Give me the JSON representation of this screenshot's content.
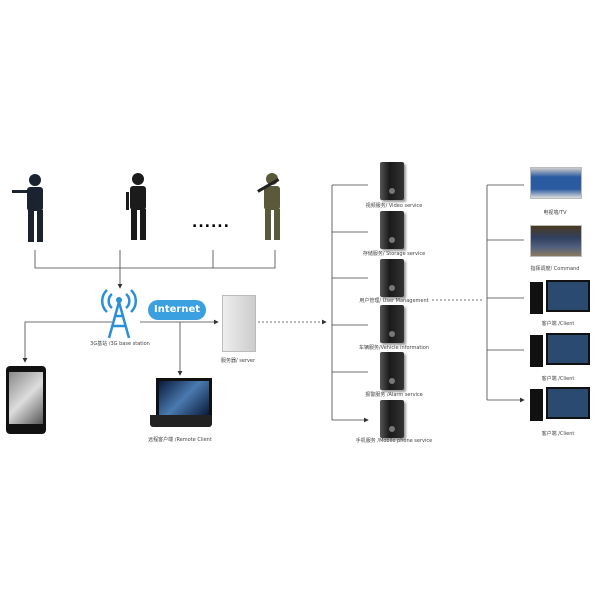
{
  "soldiers": [
    "soldier-1",
    "soldier-2",
    "soldier-3"
  ],
  "ellipsis": "......",
  "tower": {
    "label": "3G基站 /3G base station"
  },
  "cloud": {
    "label": "Internet"
  },
  "server": {
    "label": "服务器/ server"
  },
  "laptop": {
    "label": "远程客户端 /Remote Client"
  },
  "services": [
    {
      "label": "视频服务/ Video service"
    },
    {
      "label": "存储服务/ Storage service"
    },
    {
      "label": "用户管理/ User Management"
    },
    {
      "label": "车辆服务/Vehicle information"
    },
    {
      "label": "报警服务 /Alarm service"
    },
    {
      "label": "手机服务 /Mobile phone service"
    }
  ],
  "clients": [
    {
      "label": "电视墙/TV"
    },
    {
      "label": "指挥调度/ Command"
    },
    {
      "label": "客户端 /Client"
    },
    {
      "label": "客户端 /Client"
    },
    {
      "label": "客户端 /Client"
    }
  ],
  "colors": {
    "line": "#333333",
    "tower": "#2a8fd8",
    "cloud": "#3aa0e0"
  }
}
